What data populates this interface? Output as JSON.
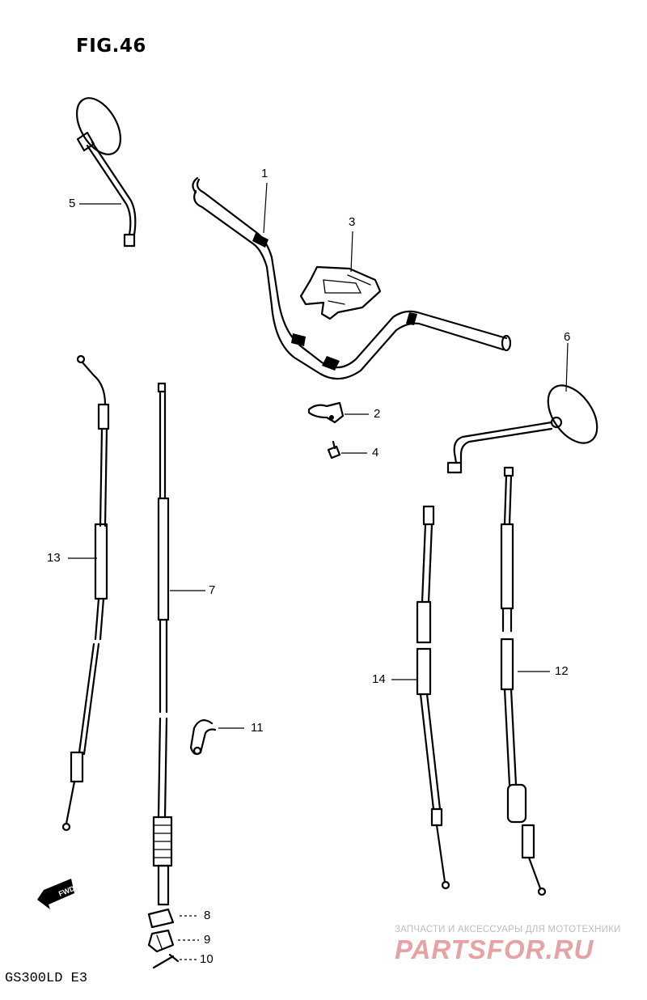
{
  "figure": {
    "title": "FIG.46",
    "model": "GS300LD E3"
  },
  "parts": [
    {
      "no": "1",
      "part": "handlebar"
    },
    {
      "no": "2",
      "part": "handlebar-clamp"
    },
    {
      "no": "3",
      "part": "handlebar-holder"
    },
    {
      "no": "4",
      "part": "bolt"
    },
    {
      "no": "5",
      "part": "mirror-left"
    },
    {
      "no": "6",
      "part": "mirror-right"
    },
    {
      "no": "7",
      "part": "cable"
    },
    {
      "no": "8",
      "part": "cap"
    },
    {
      "no": "9",
      "part": "nut"
    },
    {
      "no": "10",
      "part": "pin"
    },
    {
      "no": "11",
      "part": "clamp"
    },
    {
      "no": "12",
      "part": "cable"
    },
    {
      "no": "13",
      "part": "cable"
    },
    {
      "no": "14",
      "part": "cable"
    }
  ],
  "labels": {
    "n1": "1",
    "n2": "2",
    "n3": "3",
    "n4": "4",
    "n5": "5",
    "n6": "6",
    "n7": "7",
    "n8": "8",
    "n9": "9",
    "n10": "10",
    "n11": "11",
    "n12": "12",
    "n13": "13",
    "n14": "14"
  },
  "fwd_arrow": "FWD",
  "watermark": {
    "tagline": "ЗАПЧАСТИ И АКСЕССУАРЫ ДЛЯ МОТОТЕХНИКИ",
    "logo": "PARTSFOR.RU"
  },
  "colors": {
    "ink": "#000000",
    "watermark_red": "#e7a3a3",
    "watermark_gray": "#bdbdbd"
  }
}
